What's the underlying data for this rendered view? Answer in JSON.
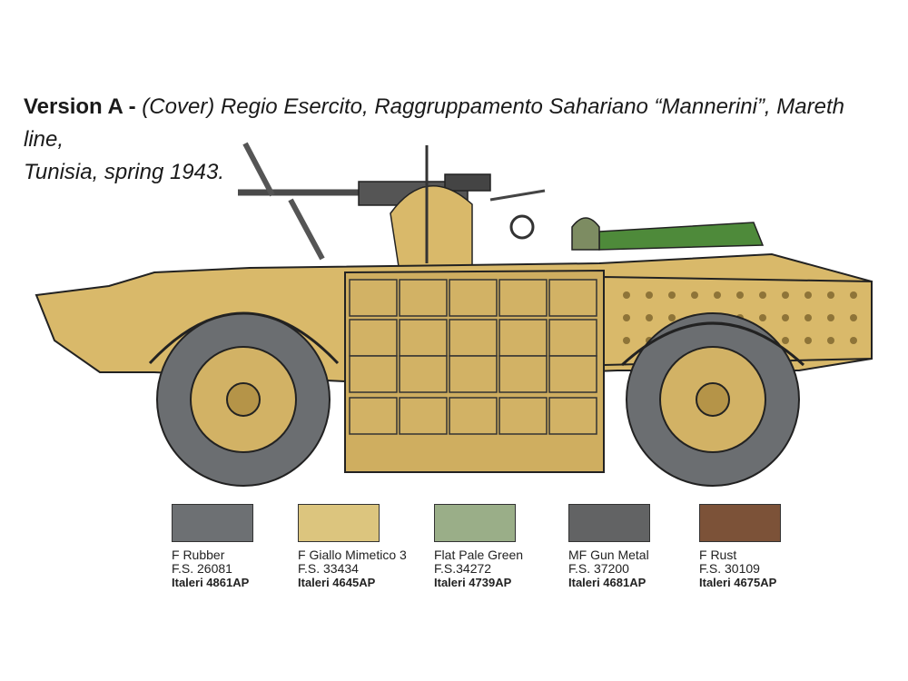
{
  "caption": {
    "version": "Version A -",
    "line1": "(Cover) Regio Esercito, Raggruppamento Sahariano “Mannerini”, Mareth line,",
    "line2": "Tunisia, spring 1943."
  },
  "colors": {
    "sand": "#D9B96A",
    "sand_dark": "#B59448",
    "rubber": "#6B6E71",
    "gunmetal": "#4A4A48",
    "green": "#4E8A3A"
  },
  "paints": [
    {
      "name": "F Rubber",
      "fs": "F.S. 26081",
      "code": "Italeri 4861AP",
      "color": "#6D7073"
    },
    {
      "name": "F Giallo Mimetico 3",
      "fs": "F.S. 33434",
      "code": "Italeri 4645AP",
      "color": "#DCC57E"
    },
    {
      "name": "Flat Pale Green",
      "fs": "F.S.34272",
      "code": "Italeri 4739AP",
      "color": "#9AAE88"
    },
    {
      "name": "MF Gun Metal",
      "fs": "F.S. 37200",
      "code": "Italeri 4681AP",
      "color": "#626364"
    },
    {
      "name": "F Rust",
      "fs": "F.S. 30109",
      "code": "Italeri 4675AP",
      "color": "#7C5238"
    }
  ]
}
